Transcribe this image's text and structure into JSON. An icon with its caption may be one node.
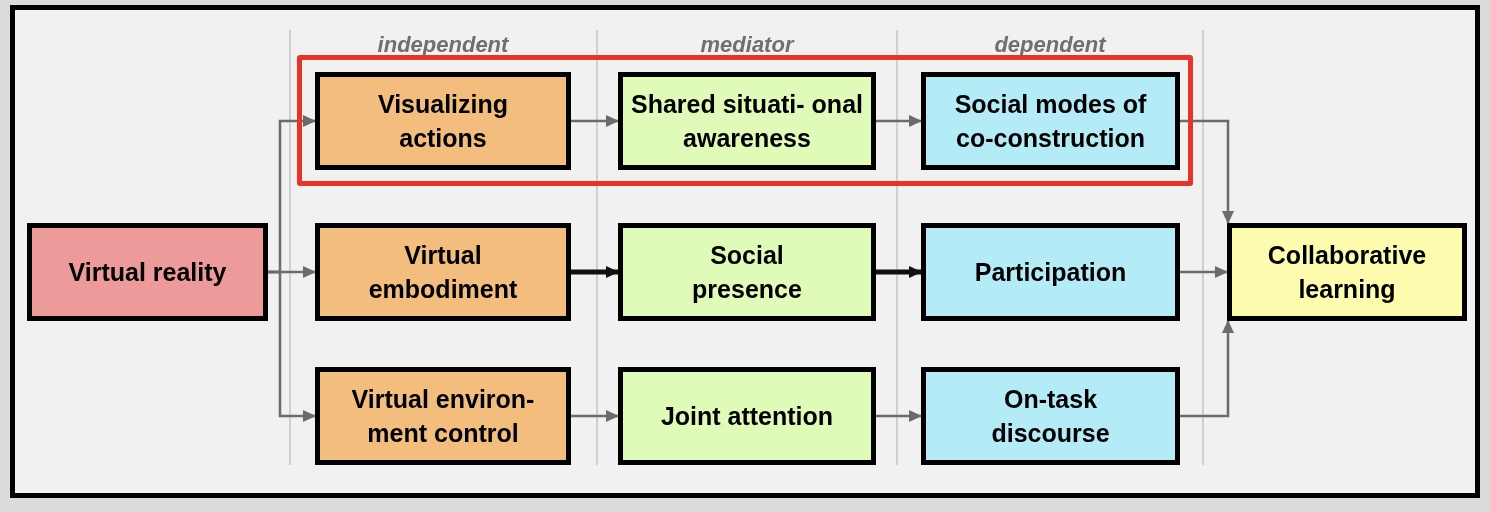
{
  "diagram": {
    "nodes": [
      {
        "text": [],
        "shape": "box"
      },
      {
        "text": [
          "Virtual reality"
        ]
      },
      {
        "text": [
          "Visualizing actions"
        ],
        "in": 0
      },
      {
        "text": [
          "Shared situati- onal awareness"
        ],
        "in": 0
      },
      {
        "text": [
          "Social modes of co-construction"
        ],
        "in": 0
      },
      {
        "text": [
          "Virtual embodiment"
        ]
      },
      {
        "text": [
          "Social presence"
        ]
      },
      {
        "text": [
          "Participation"
        ]
      },
      {
        "text": [
          "Virtual environ- ment control"
        ]
      },
      {
        "text": [
          "Joint attention"
        ]
      },
      {
        "text": [
          "On-task discourse"
        ]
      },
      {
        "text": [
          "Collaborative learning"
        ]
      }
    ],
    "edges": [
      {
        "from": 1,
        "to": 2,
        "arrow": "to"
      },
      {
        "from": 1,
        "to": 5,
        "arrow": "to"
      },
      {
        "from": 1,
        "to": 8,
        "arrow": "to"
      },
      {
        "from": 2,
        "to": 3,
        "arrow": "to"
      },
      {
        "from": 3,
        "to": 4,
        "arrow": "to"
      },
      {
        "from": 5,
        "to": 6,
        "arrow": "to",
        "style": "thick",
        "color": "#111111"
      },
      {
        "from": 6,
        "to": 7,
        "arrow": "to",
        "style": "thick",
        "color": "#111111"
      },
      {
        "from": 8,
        "to": 9,
        "arrow": "to"
      },
      {
        "from": 9,
        "to": 10,
        "arrow": "to"
      },
      {
        "from": 4,
        "to": 11,
        "arrow": "to"
      },
      {
        "from": 7,
        "to": 11,
        "arrow": "to"
      },
      {
        "from": 10,
        "to": 11,
        "arrow": "to"
      }
    ],
    "labels": [
      "independent",
      "mediator",
      "dependent"
    ]
  }
}
